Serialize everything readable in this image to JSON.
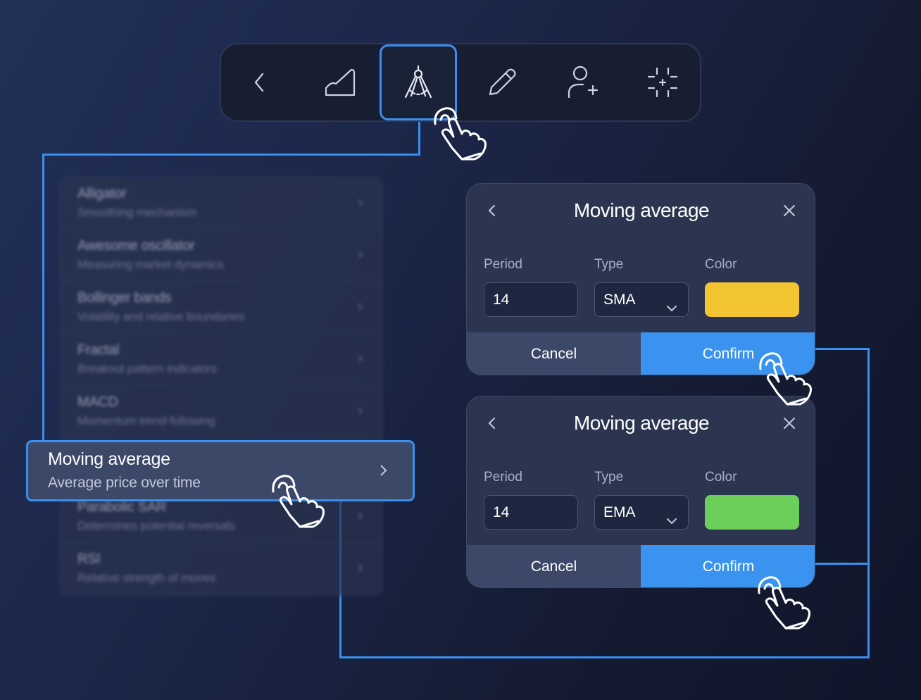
{
  "list": {
    "items": [
      {
        "title": "Alligator",
        "subtitle": "Smoothing mechanism"
      },
      {
        "title": "Awesome oscillator",
        "subtitle": "Measuring market dynamics"
      },
      {
        "title": "Bollinger bands",
        "subtitle": "Volatility and relative boundaries"
      },
      {
        "title": "Fractal",
        "subtitle": "Breakout pattern indicators"
      },
      {
        "title": "MACD",
        "subtitle": "Momentum trend-following"
      },
      {
        "title": "Parabolic SAR",
        "subtitle": "Determines potential reversals"
      },
      {
        "title": "RSI",
        "subtitle": "Relative strength of moves"
      }
    ],
    "selected": {
      "title": "Moving average",
      "subtitle": "Average price over time"
    }
  },
  "dialogs": [
    {
      "title": "Moving average",
      "period_label": "Period",
      "type_label": "Type",
      "color_label": "Color",
      "period_value": "14",
      "type_value": "SMA",
      "color": "#f2c431",
      "cancel_label": "Cancel",
      "confirm_label": "Confirm"
    },
    {
      "title": "Moving average",
      "period_label": "Period",
      "type_label": "Type",
      "color_label": "Color",
      "period_value": "14",
      "type_value": "EMA",
      "color": "#6bcf59",
      "cancel_label": "Cancel",
      "confirm_label": "Confirm"
    }
  ],
  "toolbar": {
    "icons": [
      "chevron-left-icon",
      "area-chart-icon",
      "drawing-compass-icon",
      "pencil-icon",
      "add-user-icon",
      "crosshair-icon"
    ],
    "active": "drawing-compass-icon"
  },
  "colors": {
    "accent": "#3a8ff0",
    "panel": "#2b3550",
    "confirm": "#3a93ee"
  }
}
